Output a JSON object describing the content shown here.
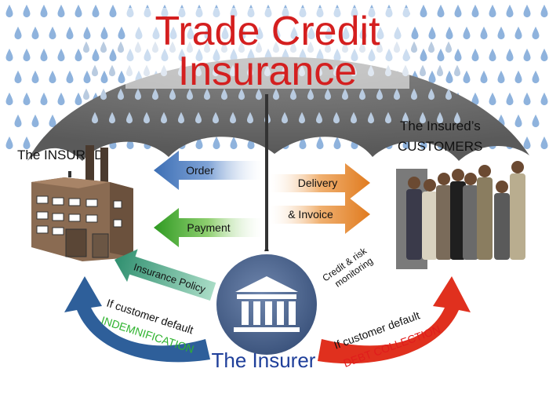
{
  "title": {
    "line1": "Trade Credit",
    "line2": "Insurance",
    "color": "#d41f1f"
  },
  "insured_label": "The INSURED",
  "customers_label": {
    "line1": "The Insured’s",
    "line2": "CUSTOMERS"
  },
  "arrows": {
    "order": "Order",
    "delivery": "Delivery",
    "invoice": "& Invoice",
    "payment": "Payment",
    "insurance_policy": "Insurance Policy",
    "credit_monitoring": {
      "line1": "Credit & risk",
      "line2": "monitoring"
    }
  },
  "left_curve": {
    "line1": "If customer default",
    "line2": "INDEMNIFICATION",
    "accent": "#2fb32f"
  },
  "right_curve": {
    "line1": "If customer default",
    "line2": "DEBT COLLECTION",
    "accent": "#e01c1c"
  },
  "insurer_label": "The Insurer",
  "icons": {
    "insurer": "bank-building-icon",
    "insured": "factory-icon",
    "customers": "business-people-icon",
    "umbrella": "umbrella-icon"
  },
  "colors": {
    "blue": "#3d6fb5",
    "orange": "#e07b1f",
    "green": "#3a9a2a",
    "teal": "#2f8f6f",
    "curve_blue": "#2e5f9a",
    "curve_red": "#e0301e",
    "insurer_text": "#1f3f9a"
  }
}
